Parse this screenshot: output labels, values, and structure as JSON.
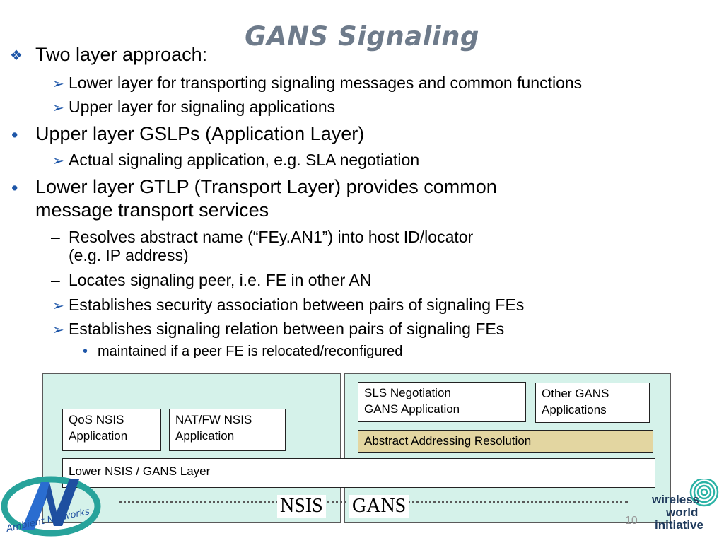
{
  "slide": {
    "title": "GANS Signaling",
    "page_number": "10"
  },
  "bullets": [
    {
      "marker": "❖",
      "text": "Two layer approach:"
    },
    {
      "marker": "➢",
      "text": "Lower layer for transporting signaling messages and common functions"
    },
    {
      "marker": "➢",
      "text": "Upper layer for signaling applications"
    },
    {
      "marker": "•",
      "text": "Upper layer GSLPs (Application Layer)"
    },
    {
      "marker": "➢",
      "text": "Actual signaling application, e.g. SLA negotiation"
    },
    {
      "marker": "•",
      "text": "Lower layer GTLP (Transport Layer) provides common"
    },
    {
      "marker": "",
      "text": "message transport services"
    },
    {
      "marker": "–",
      "text": "Resolves abstract name (“FEy.AN1”) into host ID/locator"
    },
    {
      "marker": "",
      "text": "(e.g. IP address)"
    },
    {
      "marker": "–",
      "text": "Locates signaling peer, i.e. FE in other AN"
    },
    {
      "marker": "➢",
      "text": "Establishes security association between pairs of signaling FEs"
    },
    {
      "marker": "➢",
      "text": "Establishes signaling relation between pairs of signaling FEs"
    },
    {
      "marker": "•",
      "text": "maintained if a peer FE is relocated/reconfigured"
    }
  ],
  "diagram": {
    "qos_nsis": [
      "QoS NSIS",
      "Application"
    ],
    "natfw_nsis": [
      "NAT/FW NSIS",
      "Application"
    ],
    "sls_negotiation": [
      "SLS Negotiation",
      "GANS Application"
    ],
    "other_gans": [
      "Other GANS",
      "Applications"
    ],
    "abstract_addressing": "Abstract Addressing Resolution",
    "lower_layer": "Lower NSIS / GANS Layer",
    "nsis_label": "NSIS",
    "gans_label": "GANS"
  },
  "logos": {
    "left_text": "Ambient Networks",
    "right_text": [
      "wireless",
      "world",
      "initiative"
    ]
  },
  "colors": {
    "title": "#6e7b8b",
    "bullet_marker": "#1e56a8",
    "panel_fill": "#d5f2ea",
    "address_box_fill": "#e3d6a1"
  }
}
